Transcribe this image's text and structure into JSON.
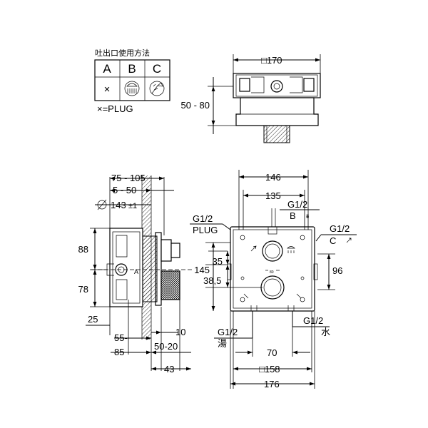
{
  "legend": {
    "title": "吐出口使用方法",
    "headers": [
      "A",
      "B",
      "C"
    ],
    "symbols": [
      {
        "text": "×",
        "icon": "plug-x-icon"
      },
      {
        "text": "",
        "icon": "shower-head-icon"
      },
      {
        "text": "",
        "icon": "hand-shower-icon"
      }
    ],
    "note": "×=PLUG"
  },
  "top_view": {
    "width_label": "□170",
    "depth_label": "50 - 80"
  },
  "side_view": {
    "labels": {
      "d1": "75 - 105",
      "d2": "5 - 50",
      "d3": "143",
      "d3_tol": "±1",
      "h88": "88",
      "h78": "78",
      "h25": "25",
      "w55": "55-",
      "w85": "85",
      "w50_20": "50-20",
      "w10": "10",
      "w43": "43"
    }
  },
  "front_view": {
    "labels": {
      "w146": "146",
      "w135": "135",
      "g_top_left": "G1/2",
      "plug": "PLUG",
      "g_top_right": "G1/2",
      "b": "B",
      "g_right": "G1/2",
      "c": "C",
      "h35": "35",
      "h145": "145",
      "h38_5": "38,5",
      "h96": "96",
      "g_bottom_left": "G1/2",
      "yu": "湯",
      "g_bottom_right": "G1/2",
      "mizu": "水",
      "w70": "70",
      "w158": "□158",
      "w176": "176"
    }
  },
  "colors": {
    "ink": "#000000",
    "paper": "#ffffff"
  }
}
